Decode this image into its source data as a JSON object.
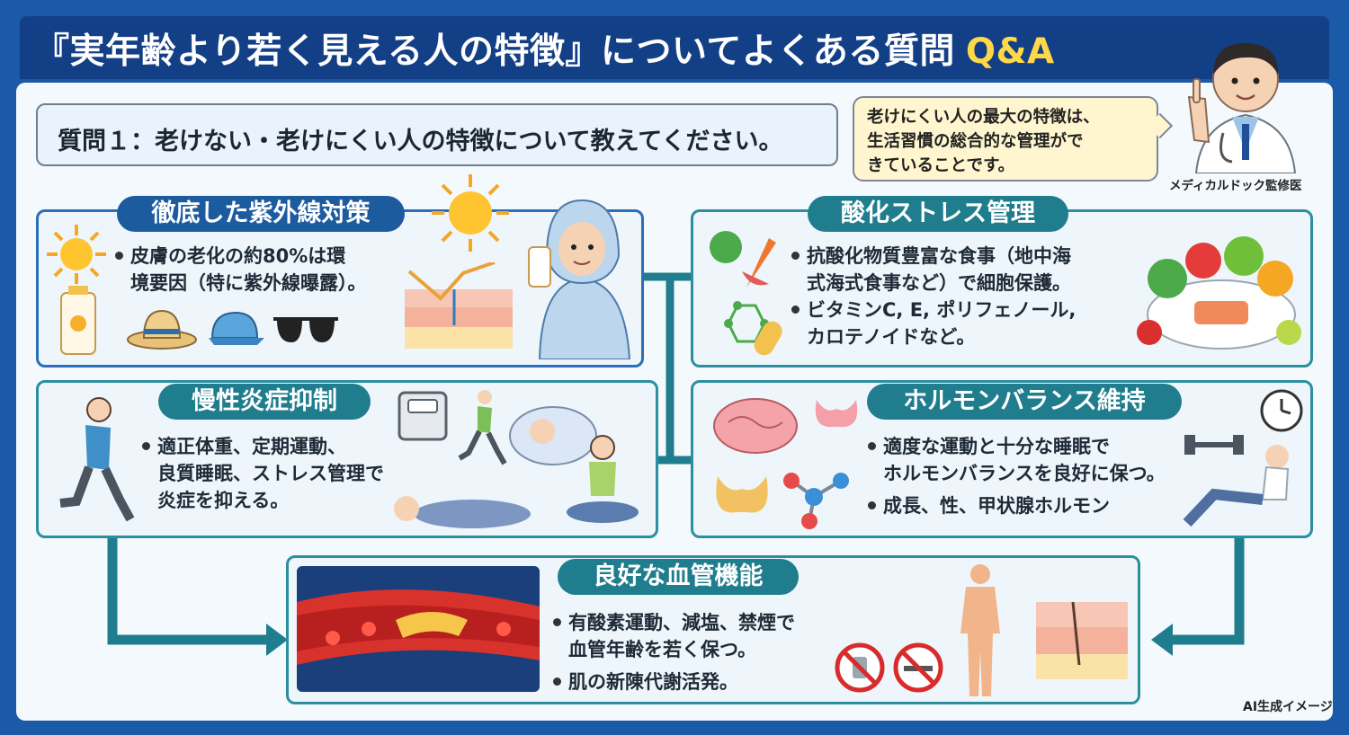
{
  "header": {
    "title": "『実年齢より若く見える人の特徴』についてよくある質問",
    "qa_badge": "Q&A"
  },
  "question": "質問１：老けない・老けにくい人の特徴について教えてください。",
  "doctor": {
    "speech_lines": [
      "老けにくい人の最大の特徴は、",
      "生活習慣の総合的な管理がで",
      "きていることです。"
    ],
    "caption": "メディカルドック監修医"
  },
  "panels": {
    "uv": {
      "title": "徹底した紫外線対策",
      "bullets": [
        {
          "lines": [
            "皮膚の老化の約80%は環",
            "境要因（特に紫外線曝露）。"
          ]
        }
      ]
    },
    "oxidative": {
      "title": "酸化ストレス管理",
      "bullets": [
        {
          "lines": [
            "抗酸化物質豊富な食事（地中海",
            "式海式食事など）で細胞保護。"
          ]
        },
        {
          "lines": [
            "ビタミンC, E, ポリフェノール,",
            "カロテノイドなど。"
          ]
        }
      ]
    },
    "inflammation": {
      "title": "慢性炎症抑制",
      "bullets": [
        {
          "lines": [
            "適正体重、定期運動、",
            "良質睡眠、ストレス管理で",
            "炎症を抑える。"
          ]
        }
      ]
    },
    "hormone": {
      "title": "ホルモンバランス維持",
      "bullets": [
        {
          "lines": [
            "適度な運動と十分な睡眠で",
            "ホルモンバランスを良好に保つ。"
          ]
        },
        {
          "lines": [
            "成長、性、甲状腺ホルモン"
          ]
        }
      ]
    },
    "vascular": {
      "title": "良好な血管機能",
      "bullets": [
        {
          "lines": [
            "有酸素運動、減塩、禁煙で",
            "血管年齢を若く保つ。"
          ]
        },
        {
          "lines": [
            "肌の新陳代謝活発。"
          ]
        }
      ]
    }
  },
  "footer_note": "AI生成イメージ",
  "colors": {
    "frame": "#1b5aa8",
    "title_bar": "#133f86",
    "accent": "#ffd84a",
    "teal": "#1f7d8d",
    "blue": "#1c5b9e"
  }
}
